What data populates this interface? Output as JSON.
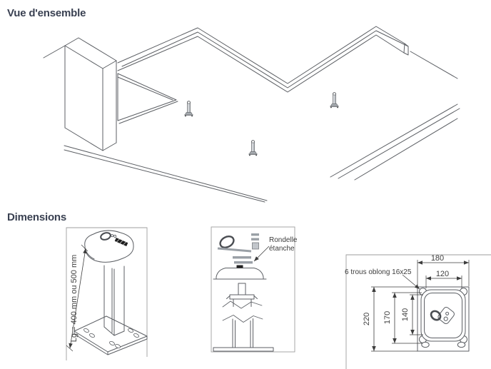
{
  "sections": {
    "overview": {
      "title": "Vue d'ensemble"
    },
    "dimensions": {
      "title": "Dimensions"
    }
  },
  "overview_drawing": {
    "anchor_post_count": 3
  },
  "post_drawing": {
    "length_label": "Lg = 400 mm ou 500 mm"
  },
  "exploded_drawing": {
    "washer_label": [
      "Rondelle",
      "étanche"
    ]
  },
  "top_view_drawing": {
    "holes_label": "6 trous oblong 16x25",
    "dims": {
      "overall_width": "180",
      "inner_width": "120",
      "overall_height": "220",
      "mid_height": "170",
      "inner_height": "140"
    }
  },
  "colors": {
    "heading": "#3a4152",
    "drawing_line": "#5c5f64",
    "frame_line": "#9e9e9e",
    "metal_fill": "#bfc3c8",
    "label_text": "#3d3d3d"
  }
}
